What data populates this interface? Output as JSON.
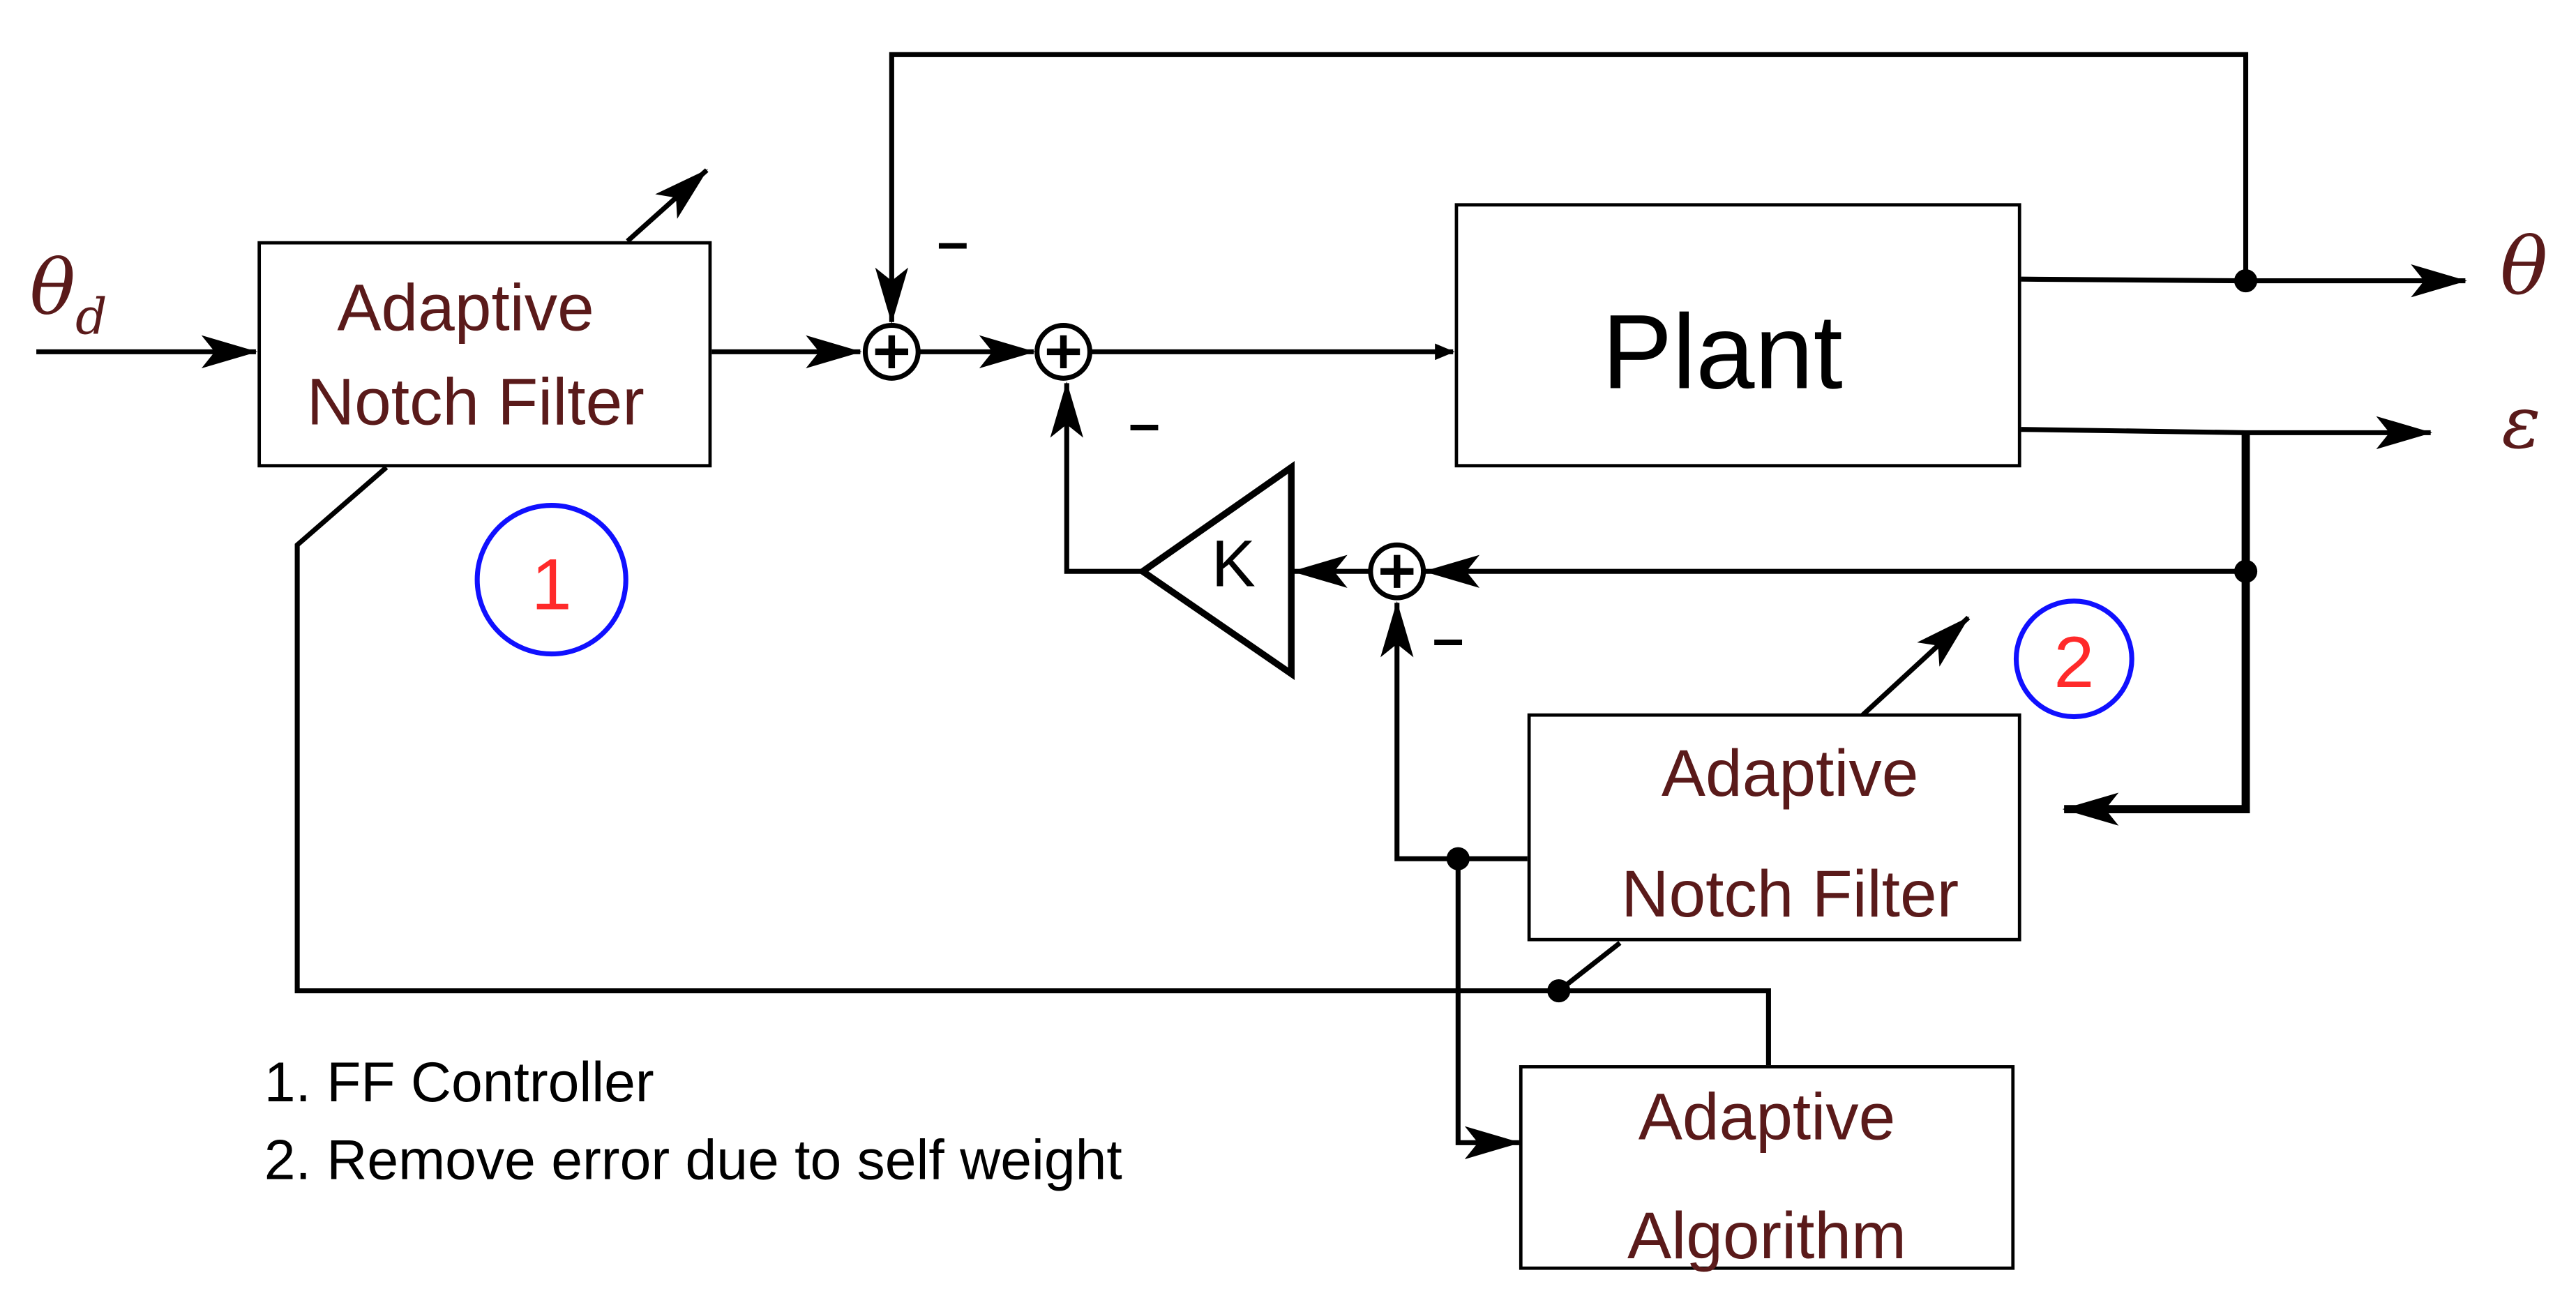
{
  "colors": {
    "line": "#000000",
    "block_label": "#5a1a1a",
    "var_label": "#5a1a1a",
    "badge_ring": "#1010ff",
    "badge_text": "#ff2a2a",
    "note_text": "#000000"
  },
  "blocks": {
    "anf1": {
      "line1": "Adaptive",
      "line2": "Notch Filter"
    },
    "plant": {
      "label": "Plant"
    },
    "anf2": {
      "line1": "Adaptive",
      "line2": "Notch Filter"
    },
    "algo": {
      "line1": "Adaptive",
      "line2": "Algorithm"
    },
    "gain": {
      "label": "K"
    }
  },
  "signals": {
    "input_main": "θ",
    "input_sub": "d",
    "output_theta": "θ",
    "output_eps": "ε"
  },
  "signs": {
    "sum1_top": "–",
    "sum2_bottom": "–",
    "sum3_bottom": "–"
  },
  "badges": {
    "one": "1",
    "two": "2"
  },
  "notes": [
    "1. FF Controller",
    "2. Remove error due to self weight"
  ]
}
